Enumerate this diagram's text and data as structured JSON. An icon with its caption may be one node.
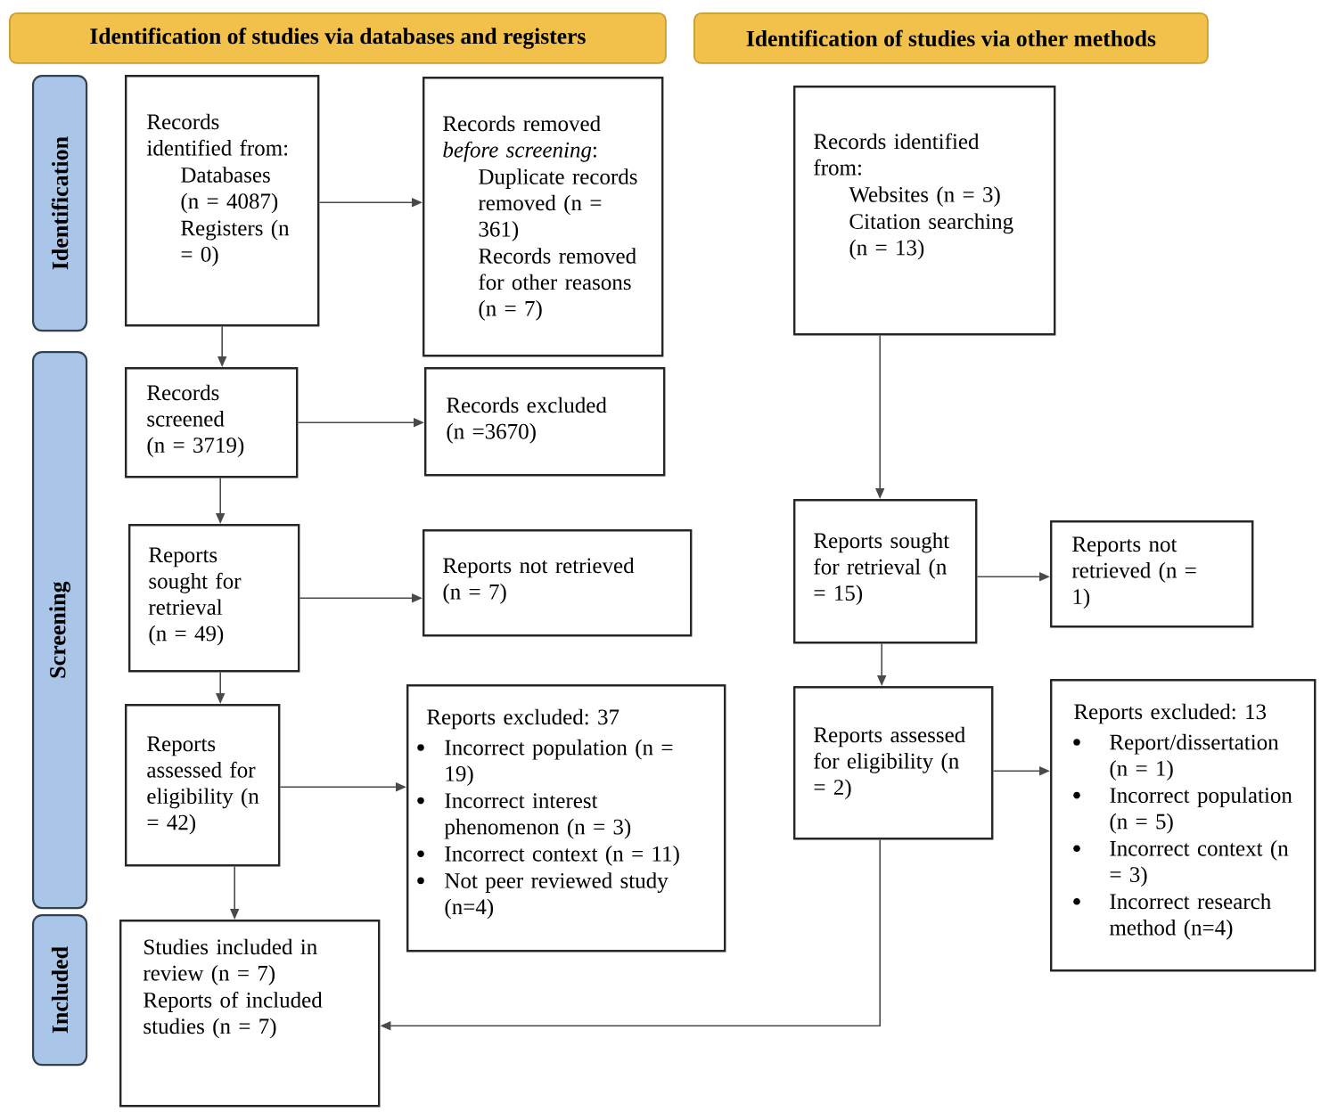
{
  "diagram": {
    "nodes": [
      {
        "text": [
          "Identification of studies via databases and registers"
        ]
      },
      {
        "text": [
          "Identification of studies via other methods"
        ]
      },
      {
        "text": [
          "Identification"
        ]
      },
      {
        "text": [
          "Screening"
        ]
      },
      {
        "text": [
          "Included"
        ]
      },
      {
        "text": [
          "Records identified from:",
          "Databases (n = 4087)",
          "Registers (n = 0)"
        ]
      },
      {
        "text": [
          "Records removed *before screening*:",
          "Duplicate records removed (n = 361)",
          "Records removed for other reasons (n = 7)"
        ]
      },
      {
        "text": [
          "Records screened (n = 3719)"
        ]
      },
      {
        "text": [
          "Records excluded (n =3670)"
        ]
      },
      {
        "text": [
          "Reports sought for retrieval (n = 49)"
        ]
      },
      {
        "text": [
          "Reports not retrieved (n = 7)"
        ]
      },
      {
        "text": [
          "Reports assessed for eligibility (n = 42)"
        ]
      },
      {
        "text": [
          "Reports excluded: 37",
          "Incorrect population (n = 19)",
          "Incorrect interest phenomenon (n = 3)",
          "Incorrect context (n = 11)",
          "Not peer reviewed study (n=4)"
        ]
      },
      {
        "text": [
          "Studies included in review (n = 7)",
          "Reports of included studies (n = 7)"
        ]
      },
      {
        "text": [
          "Records identified from:",
          "Websites (n = 3)",
          "Citation searching (n = 13)"
        ]
      },
      {
        "text": [
          "Reports sought for retrieval (n = 15)"
        ]
      },
      {
        "text": [
          "Reports not retrieved (n = 1)"
        ]
      },
      {
        "text": [
          "Reports assessed for eligibility (n = 2)"
        ]
      },
      {
        "text": [
          "Reports excluded: 13",
          "Report/dissertation (n = 1)",
          "Incorrect population (n = 5)",
          "Incorrect context (n = 3)",
          "Incorrect research method (n=4)"
        ]
      }
    ],
    "edges": [
      {
        "from": 5,
        "to": 6,
        "arrow": "to"
      },
      {
        "from": 5,
        "to": 7,
        "arrow": "to"
      },
      {
        "from": 7,
        "to": 8,
        "arrow": "to"
      },
      {
        "from": 7,
        "to": 9,
        "arrow": "to"
      },
      {
        "from": 9,
        "to": 10,
        "arrow": "to"
      },
      {
        "from": 9,
        "to": 11,
        "arrow": "to"
      },
      {
        "from": 11,
        "to": 12,
        "arrow": "to"
      },
      {
        "from": 11,
        "to": 13,
        "arrow": "to"
      },
      {
        "from": 14,
        "to": 15,
        "arrow": "to"
      },
      {
        "from": 15,
        "to": 16,
        "arrow": "to"
      },
      {
        "from": 15,
        "to": 17,
        "arrow": "to"
      },
      {
        "from": 17,
        "to": 18,
        "arrow": "to"
      },
      {
        "from": 17,
        "to": 13,
        "arrow": "to"
      }
    ]
  }
}
